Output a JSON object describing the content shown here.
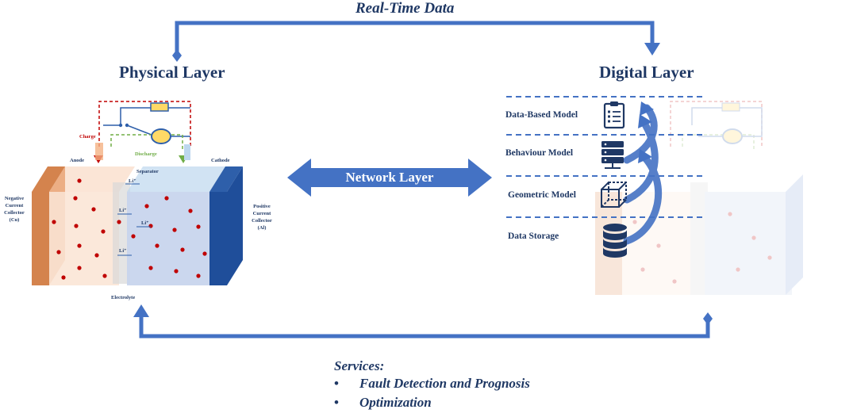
{
  "top_arrow": {
    "label": "Real-Time Data"
  },
  "physical_layer": {
    "title": "Physical Layer",
    "labels": {
      "charge": "Charge",
      "discharge": "Discharge",
      "anode": "Anode",
      "separator": "Separator",
      "cathode": "Cathode",
      "electrolyte": "Electrolyte",
      "ion": "Li⁺",
      "negative_collector": [
        "Negative",
        "Current",
        "Collector",
        "(Cu)"
      ],
      "positive_collector": [
        "Positive",
        "Current",
        "Collector",
        "(Al)"
      ]
    }
  },
  "network": {
    "label": "Network Layer"
  },
  "digital_layer": {
    "title": "Digital Layer",
    "models": [
      {
        "label": "Data-Based Model",
        "icon": "clipboard-icon"
      },
      {
        "label": "Behaviour Model",
        "icon": "server-icon"
      },
      {
        "label": "Geometric Model",
        "icon": "cube-icon"
      },
      {
        "label": "Data Storage",
        "icon": "database-icon"
      }
    ]
  },
  "services": {
    "heading": "Services:",
    "items": [
      "Fault Detection and Prognosis",
      "Optimization"
    ]
  },
  "colors": {
    "arrow": "#4472c4",
    "title": "#1f3864",
    "copper": "#e0905a",
    "cathode_blue": "#2e5faa",
    "particle": "#c00000",
    "charge": "#c00000",
    "discharge": "#70ad47"
  }
}
